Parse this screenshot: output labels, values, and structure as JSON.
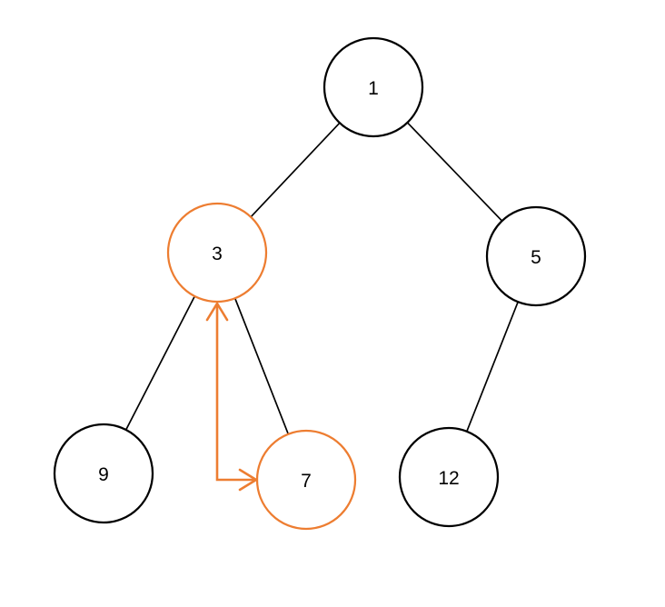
{
  "diagram": {
    "kind": "binary-tree",
    "background": "#ffffff",
    "colors": {
      "node_stroke": "#000000",
      "edge": "#000000",
      "label": "#000000",
      "highlight": "#ED7D31"
    },
    "nodes": [
      {
        "label": "1",
        "highlighted": false
      },
      {
        "label": "3",
        "highlighted": true
      },
      {
        "label": "5",
        "highlighted": false
      },
      {
        "label": "9",
        "highlighted": false
      },
      {
        "label": "7",
        "highlighted": true
      },
      {
        "label": "12",
        "highlighted": false
      }
    ],
    "edges": [
      {
        "from": "1",
        "to": "3"
      },
      {
        "from": "1",
        "to": "5"
      },
      {
        "from": "3",
        "to": "9"
      },
      {
        "from": "3",
        "to": "7"
      },
      {
        "from": "5",
        "to": "12"
      }
    ],
    "arrow": {
      "shape": "elbow",
      "points_from": "7",
      "points_to": "3",
      "color": "#ED7D31"
    }
  }
}
